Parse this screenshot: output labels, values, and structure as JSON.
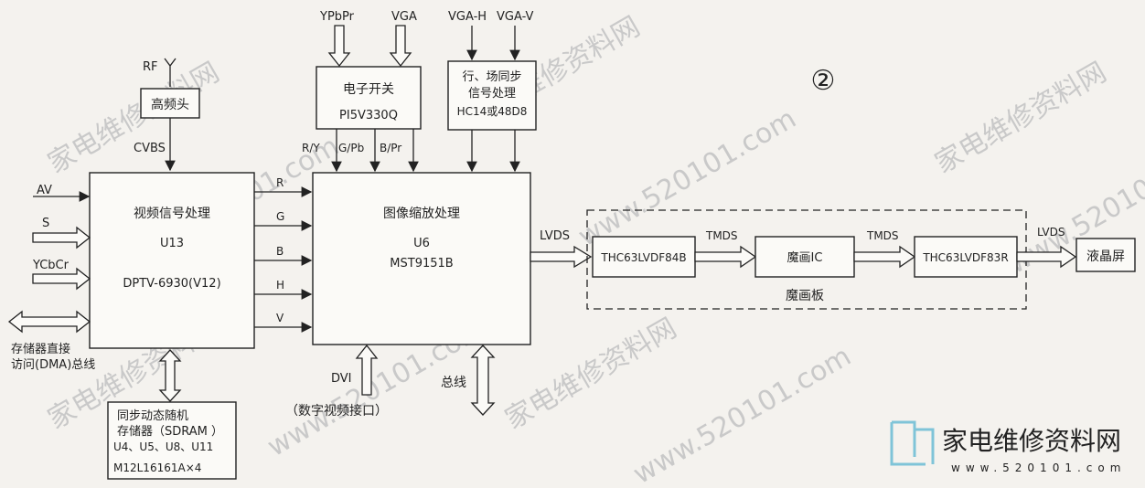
{
  "inputs": {
    "rf": "RF",
    "ypbpr": "YPbPr",
    "vga": "VGA",
    "vga_h": "VGA-H",
    "vga_v": "VGA-V",
    "av": "AV",
    "s": "S",
    "ycbcr": "YCbCr",
    "cvbs": "CVBS"
  },
  "tuner": {
    "label": "高频头"
  },
  "video_switch": {
    "line1": "电子开关",
    "line2": "PI5V330Q"
  },
  "sync_proc": {
    "line1": "行、场同步",
    "line2": "信号处理",
    "line3": "HC14或48D8"
  },
  "decoder": {
    "line1": "视频信号处理",
    "line2": "U13",
    "line3": "DPTV-6930(V12)"
  },
  "scaler": {
    "line1": "图像缩放处理",
    "line2": "U6",
    "line3": "MST9151B"
  },
  "sdram": {
    "line1": "同步动态随机",
    "line2": "存储器（SDRAM ）",
    "line3": "U4、U5、U8、U11",
    "line4": "M12L16161A×4"
  },
  "signals": {
    "ry": "R/Y",
    "gpb": "G/Pb",
    "bpr": "B/Pr",
    "r": "R",
    "g": "G",
    "b": "B",
    "h": "H",
    "v": "V",
    "lvds1": "LVDS",
    "tmds1": "TMDS",
    "tmds2": "TMDS",
    "lvds2": "LVDS"
  },
  "dma": {
    "line1": "存储器直接",
    "line2": "访问(DMA)总线"
  },
  "dvi": {
    "line1": "DVI",
    "line2": "（数字视频接口）"
  },
  "bus": "总线",
  "magic_board": {
    "label": "魔画板",
    "chip1": "THC63LVDF84B",
    "chip2": "魔画IC",
    "chip3": "THC63LVDF83R"
  },
  "lcd": "液晶屏",
  "circle_num": "②",
  "watermark": {
    "text1": "家电维修资料网",
    "text2": "www.520101.com"
  }
}
